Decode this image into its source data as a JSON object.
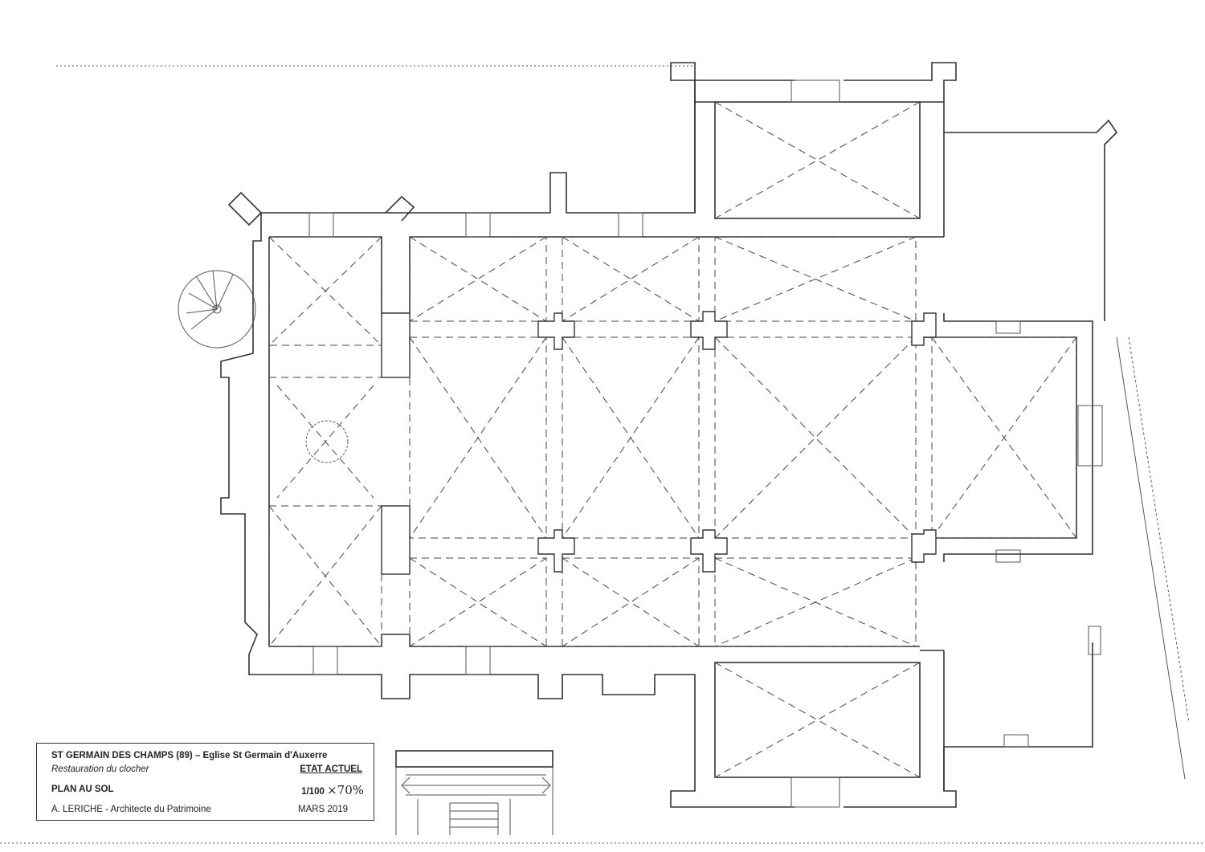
{
  "title_block": {
    "project": "ST GERMAIN DES CHAMPS (89) – Eglise St Germain d'Auxerre",
    "subtitle": "Restauration du clocher",
    "state": "ETAT ACTUEL",
    "drawing_title": "PLAN AU SOL",
    "scale": "1/100",
    "scale_note": "×70%",
    "architect": "A. LERICHE - Architecte du Patrimoine",
    "date": "MARS 2019"
  }
}
